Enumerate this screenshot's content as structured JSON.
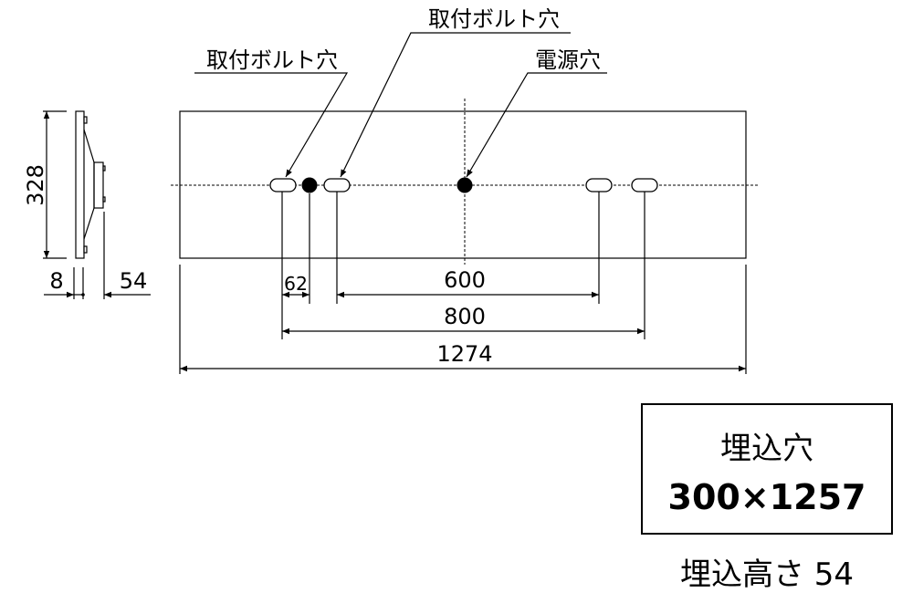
{
  "labels": {
    "bolt_hole_left": "取付ボルト穴",
    "bolt_hole_top": "取付ボルト穴",
    "power_hole": "電源穴"
  },
  "dimensions": {
    "height": "328",
    "thickness_front": "8",
    "depth": "54",
    "offset": "62",
    "bolt_span_inner": "600",
    "bolt_span_outer": "800",
    "total_length": "1274"
  },
  "cutout_box": {
    "title": "埋込穴",
    "size": "300×1257"
  },
  "embed_height": "埋込高さ 54"
}
